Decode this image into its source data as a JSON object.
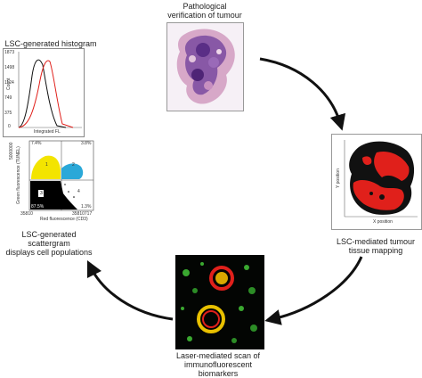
{
  "labels": {
    "pathology_title": "Pathological\nverification of tumour",
    "histogram_title": "LSC-generated histogram",
    "scattergram_caption": "LSC-generated\nscattergram\ndisplays cell populations",
    "mapping_caption": "LSC-mediated tumour\ntissue mapping",
    "laser_caption": "Laser-mediated scan of\nimmunofluorescent\nbiomarkers"
  },
  "histogram": {
    "y_ticks": [
      "1873",
      "1498",
      "1124",
      "749",
      "375",
      "0"
    ],
    "y_axis_label": "Count",
    "x_axis_label": "Integrated FL",
    "series_colors": {
      "black": "#111111",
      "red": "#e0201b"
    }
  },
  "scattergram": {
    "quadrant_percents": {
      "top_left": "7.4%",
      "top_right": "3.8%",
      "bottom_left": "87.5%",
      "bottom_right": "1.3%"
    },
    "quadrant_numbers": {
      "q1": "1",
      "q2": "2",
      "q3": "3",
      "q4": "4"
    },
    "y_axis_label": "Green fluorescence (TUNEL)",
    "x_axis_label": "Red fluorescence (CD3)",
    "y_tick_top": "5000000",
    "y_tick_bottom": "35810",
    "x_tick_right": "35810717",
    "colors": {
      "yellow": "#f3e400",
      "cyan": "#2aa8d8",
      "black": "#000000"
    }
  },
  "mapping": {
    "y_axis_label": "Y position",
    "x_axis_label": "X position"
  },
  "colors": {
    "arrow": "#111111",
    "pathology_purple": "#7a4aa0",
    "pathology_pink": "#d7a8c8"
  }
}
